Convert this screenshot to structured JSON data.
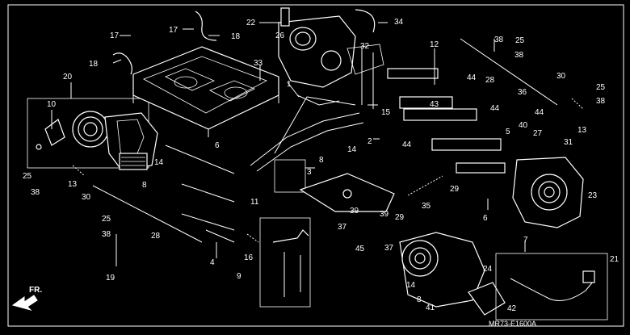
{
  "diagram": {
    "code": "MR73-E1600A",
    "fr_label": "FR.",
    "callouts": {
      "c1": "1",
      "c2": "2",
      "c3": "3",
      "c4": "4",
      "c5": "5",
      "c6a": "6",
      "c6b": "6",
      "c7": "7",
      "c8a": "8",
      "c8b": "8",
      "c8c": "8",
      "c9": "9",
      "c10": "10",
      "c11": "11",
      "c12": "12",
      "c13a": "13",
      "c13b": "13",
      "c14a": "14",
      "c14b": "14",
      "c14c": "14",
      "c15": "15",
      "c16": "16",
      "c17a": "17",
      "c17b": "17",
      "c18a": "18",
      "c18b": "18",
      "c19": "19",
      "c20": "20",
      "c21": "21",
      "c22": "22",
      "c23": "23",
      "c24": "24",
      "c25a": "25",
      "c25b": "25",
      "c25c": "25",
      "c25d": "25",
      "c26": "26",
      "c27": "27",
      "c28a": "28",
      "c28b": "28",
      "c29a": "29",
      "c29b": "29",
      "c30a": "30",
      "c30b": "30",
      "c31": "31",
      "c32": "32",
      "c33": "33",
      "c34": "34",
      "c35": "35",
      "c36": "36",
      "c37a": "37",
      "c37b": "37",
      "c38a": "38",
      "c38b": "38",
      "c38c": "38",
      "c38d": "38",
      "c39a": "39",
      "c39b": "39",
      "c40": "40",
      "c41": "41",
      "c42": "42",
      "c43": "43",
      "c44a": "44",
      "c44b": "44",
      "c44c": "44",
      "c44d": "44",
      "c45": "45"
    }
  }
}
